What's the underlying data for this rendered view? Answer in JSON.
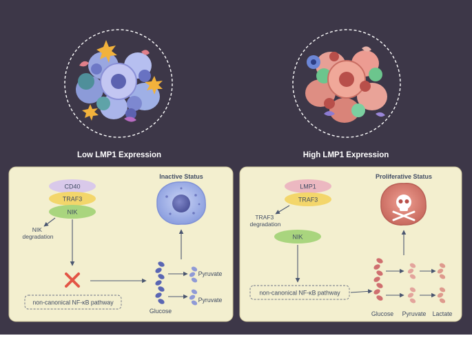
{
  "colors": {
    "background": "#3d3748",
    "panel": "#f3efcf",
    "panel_border": "#cfc79d",
    "text_dark": "#3f4b63",
    "arrow": "#4a5670",
    "cd40": "#d9c9ea",
    "traf3": "#f3d66b",
    "nik": "#a9d57e",
    "lmp1": "#ecb8c1",
    "inactive_cell": "#a7b6ea",
    "proliferative_cell": "#dd8377",
    "red_x": "#e35546",
    "glucose_low": "#5a66b3",
    "glucose_high": "#cf6f6f"
  },
  "left": {
    "heading": "Low LMP1 Expression",
    "labels": {
      "cd40": "CD40",
      "traf3": "TRAF3",
      "nik": "NIK",
      "nik_degradation": [
        "NIK",
        "degradation"
      ],
      "status": "Inactive Status",
      "pathway": "non-canonical NF-κB pathway",
      "glucose": "Glucose",
      "pyruvate_top": "Pyruvate",
      "pyruvate_bottom": "Pyruvate"
    }
  },
  "right": {
    "heading": "High LMP1 Expression",
    "labels": {
      "lmp1": "LMP1",
      "traf3": "TRAF3",
      "traf3_degradation": [
        "TRAF3",
        "degradation"
      ],
      "nik": "NIK",
      "status": "Proliferative Status",
      "pathway": "non-canonical NF-κB pathway",
      "glucose": "Glucose",
      "pyruvate": "Pyruvate",
      "lactate": "Lactate"
    }
  }
}
